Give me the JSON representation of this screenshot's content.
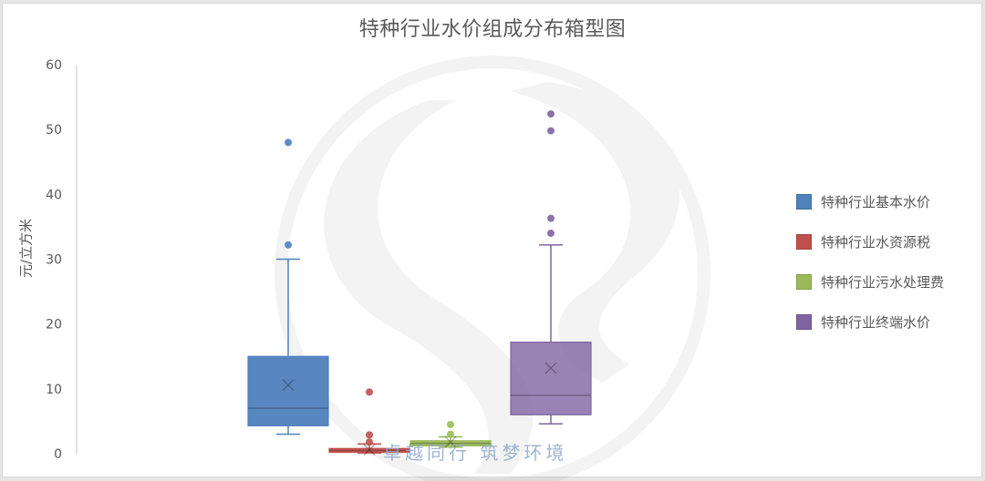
{
  "chart_data": {
    "type": "box",
    "title": "特种行业水价组成分布箱型图",
    "xlabel": "",
    "ylabel": "元/立方米",
    "ylim": [
      0,
      60
    ],
    "yticks": [
      0,
      10,
      20,
      30,
      40,
      50,
      60
    ],
    "grid": false,
    "legend_position": "right",
    "series": [
      {
        "name": "特种行业基本水价",
        "color": "#4f81bd",
        "q1": 4.3,
        "median": 7.0,
        "q3": 15.0,
        "mean": 10.6,
        "whisker_low": 3.0,
        "whisker_high": 30.0,
        "outliers": [
          32.2,
          48.0
        ]
      },
      {
        "name": "特种行业水资源税",
        "color": "#c0504d",
        "q1": 0.2,
        "median": 0.5,
        "q3": 0.8,
        "mean": 0.6,
        "whisker_low": 0.1,
        "whisker_high": 1.5,
        "outliers": [
          1.8,
          2.9,
          9.5
        ]
      },
      {
        "name": "特种行业污水处理费",
        "color": "#9bbb59",
        "q1": 1.2,
        "median": 1.6,
        "q3": 2.0,
        "mean": 1.8,
        "whisker_low": 1.0,
        "whisker_high": 2.6,
        "outliers": [
          3.0,
          4.5
        ]
      },
      {
        "name": "特种行业终端水价",
        "color": "#8064a2",
        "q1": 6.0,
        "median": 9.0,
        "q3": 17.2,
        "mean": 13.2,
        "whisker_low": 4.6,
        "whisker_high": 32.2,
        "outliers": [
          34.0,
          36.3,
          49.8,
          52.4
        ]
      }
    ]
  },
  "watermark": "卓越同行 筑梦环境"
}
